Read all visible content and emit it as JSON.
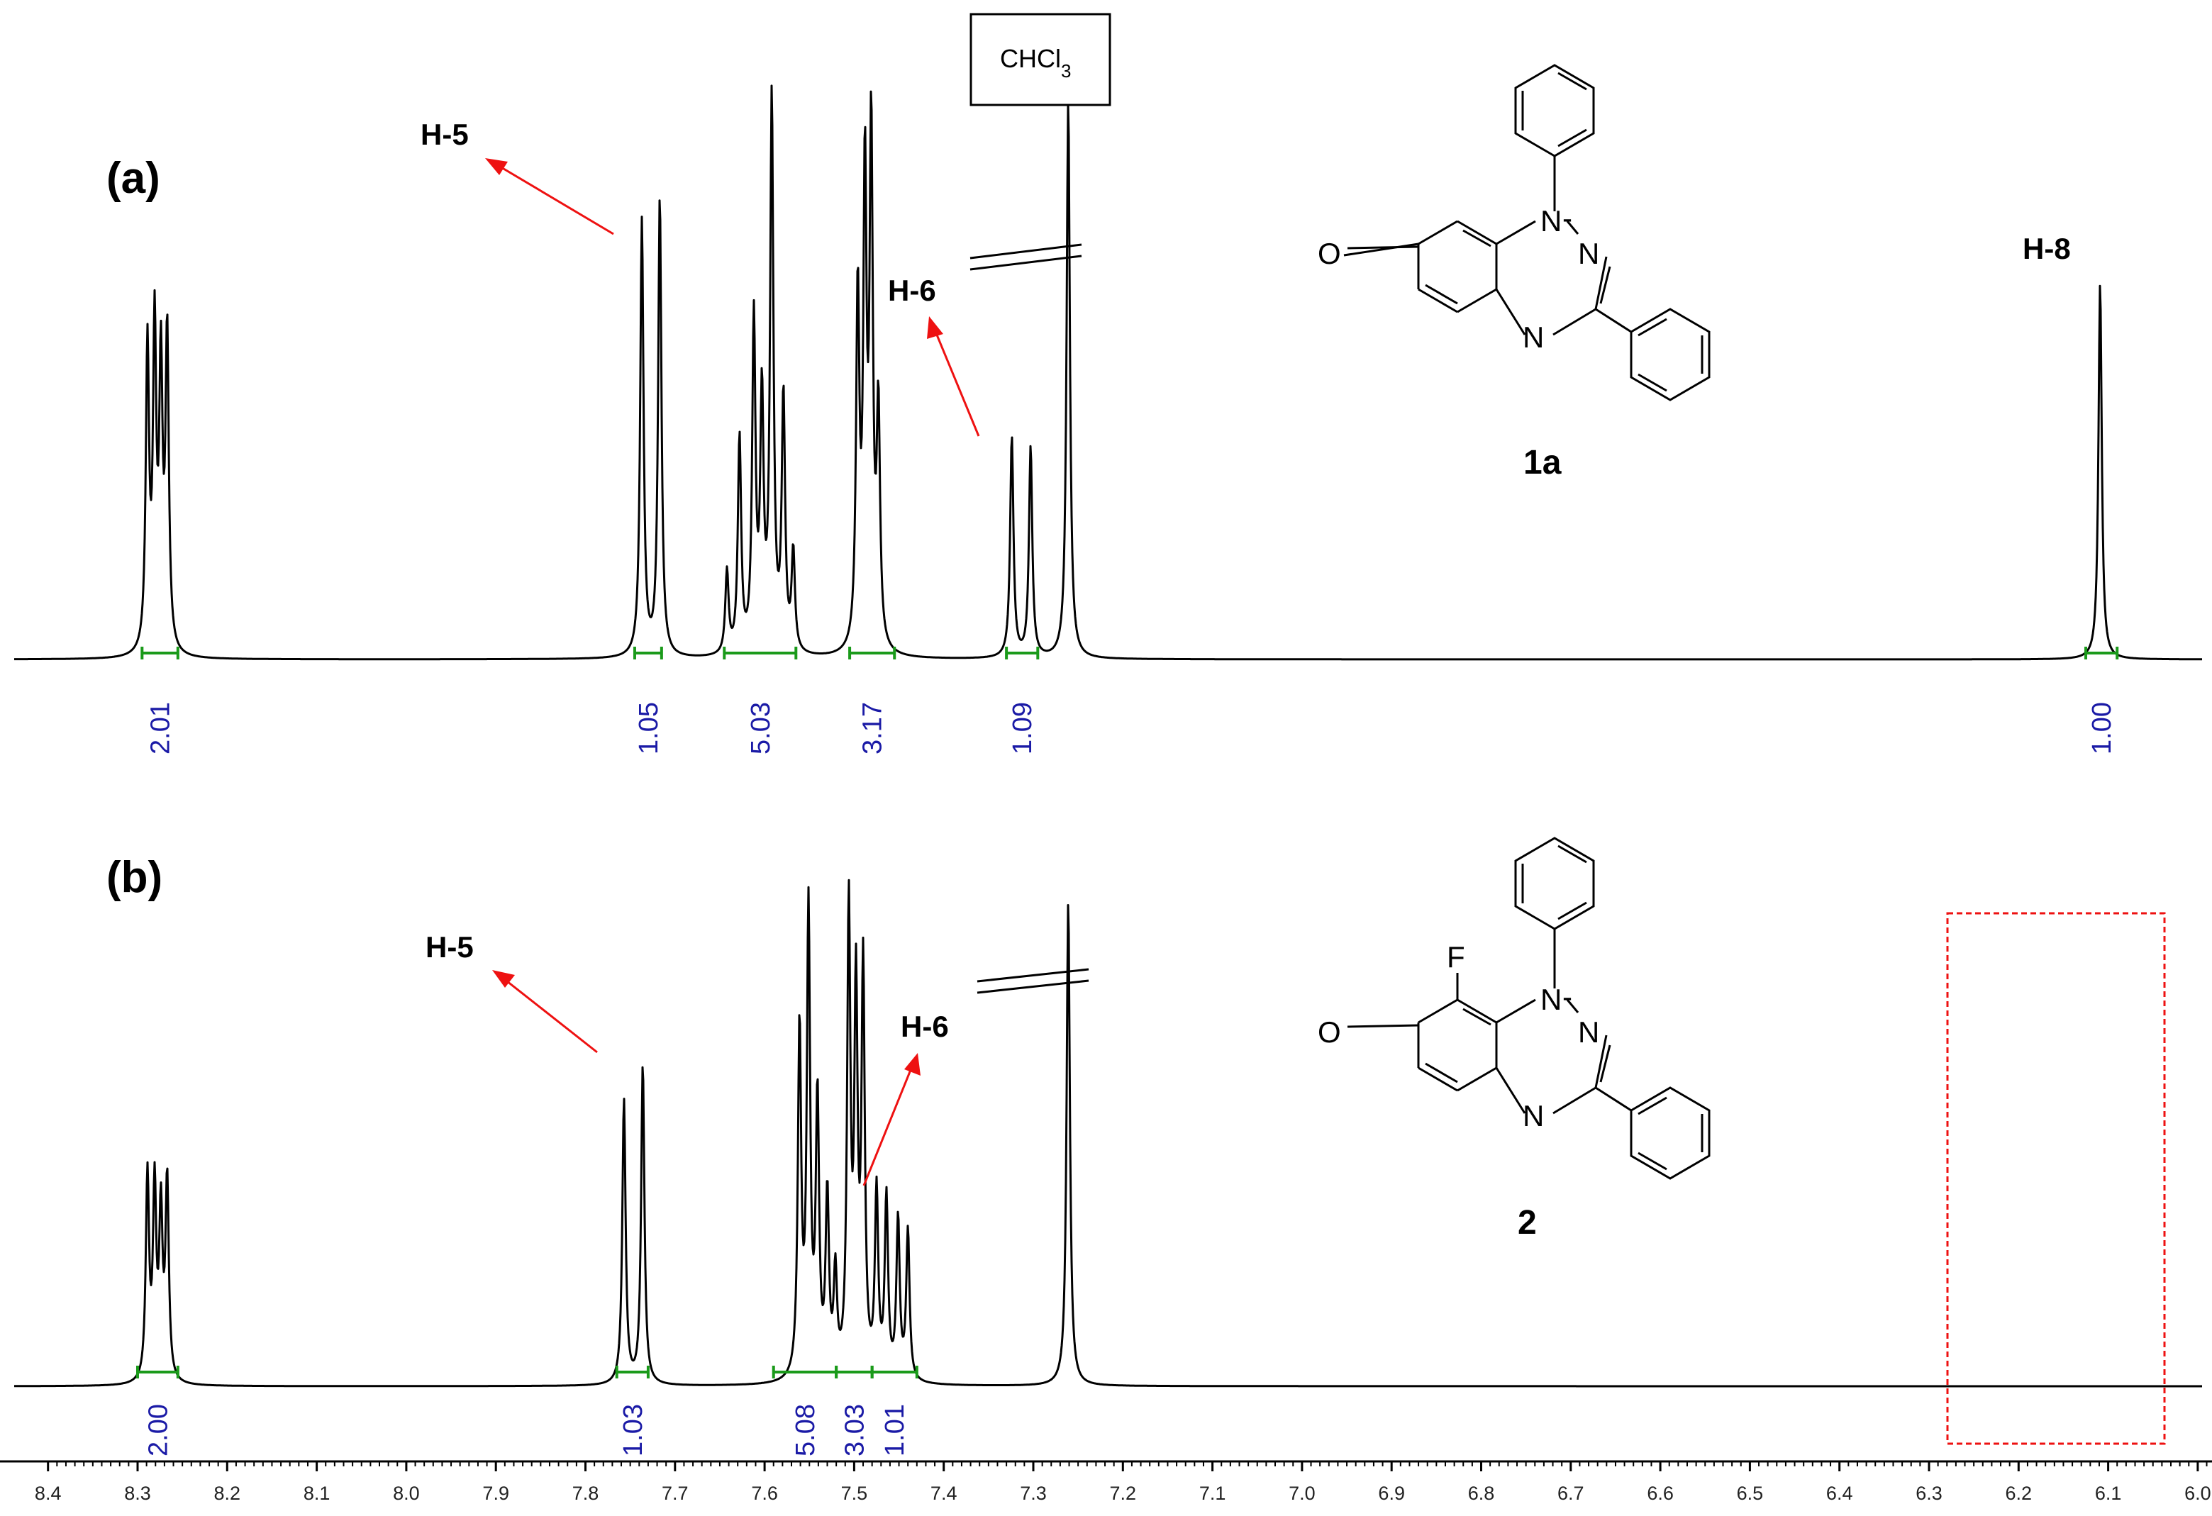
{
  "chart_data": {
    "type": "line",
    "xlabel": "",
    "xlim": [
      8.4,
      5.95
    ],
    "xticks": [
      8.4,
      8.3,
      8.2,
      8.1,
      8.0,
      7.9,
      7.8,
      7.7,
      7.6,
      7.5,
      7.4,
      7.3,
      7.2,
      7.1,
      7.0,
      6.9,
      6.8,
      6.7,
      6.6,
      6.5,
      6.4,
      6.3,
      6.2,
      6.1,
      6.0
    ],
    "xtick_labels": [
      "8.4",
      "8.3",
      "8.2",
      "8.1",
      "8.0",
      "7.9",
      "7.8",
      "7.7",
      "7.6",
      "7.5",
      "7.4",
      "7.3",
      "7.2",
      "7.1",
      "7.0",
      "6.9",
      "6.8",
      "6.7",
      "6.6",
      "6.5",
      "6.4",
      "6.3",
      "6.2",
      "6.1",
      "6.0"
    ],
    "grid": false,
    "panels": [
      {
        "label": "(a)",
        "compound": "1a",
        "peaks": [
          {
            "ppm": 8.289,
            "h": 0.55
          },
          {
            "ppm": 8.281,
            "h": 0.57
          },
          {
            "ppm": 8.274,
            "h": 0.5
          },
          {
            "ppm": 8.267,
            "h": 0.57
          },
          {
            "ppm": 7.737,
            "h": 0.79
          },
          {
            "ppm": 7.717,
            "h": 0.83
          },
          {
            "ppm": 7.642,
            "h": 0.15
          },
          {
            "ppm": 7.628,
            "h": 0.39
          },
          {
            "ppm": 7.612,
            "h": 0.6
          },
          {
            "ppm": 7.603,
            "h": 0.45
          },
          {
            "ppm": 7.592,
            "h": 1.0
          },
          {
            "ppm": 7.579,
            "h": 0.46
          },
          {
            "ppm": 7.568,
            "h": 0.18
          },
          {
            "ppm": 7.496,
            "h": 0.64
          },
          {
            "ppm": 7.488,
            "h": 0.84
          },
          {
            "ppm": 7.481,
            "h": 0.92
          },
          {
            "ppm": 7.473,
            "h": 0.42
          },
          {
            "ppm": 7.324,
            "h": 0.4
          },
          {
            "ppm": 7.303,
            "h": 0.38
          },
          {
            "ppm": 7.261,
            "h": 1.01
          },
          {
            "ppm": 6.109,
            "h": 0.68
          }
        ],
        "integrals": [
          {
            "from": 8.295,
            "to": 8.255,
            "label": "2.01"
          },
          {
            "from": 7.745,
            "to": 7.715,
            "label": "1.05"
          },
          {
            "from": 7.645,
            "to": 7.565,
            "label": "5.03"
          },
          {
            "from": 7.505,
            "to": 7.455,
            "label": "3.17"
          },
          {
            "from": 7.33,
            "to": 7.295,
            "label": "1.09"
          },
          {
            "from": 6.125,
            "to": 6.09,
            "label": "1.00"
          }
        ],
        "annotations": [
          "H-5",
          "H-6",
          "H-8"
        ]
      },
      {
        "label": "(b)",
        "compound": "2",
        "peaks": [
          {
            "ppm": 8.289,
            "h": 0.41
          },
          {
            "ppm": 8.281,
            "h": 0.38
          },
          {
            "ppm": 8.274,
            "h": 0.33
          },
          {
            "ppm": 8.267,
            "h": 0.4
          },
          {
            "ppm": 7.757,
            "h": 0.57
          },
          {
            "ppm": 7.736,
            "h": 0.64
          },
          {
            "ppm": 7.561,
            "h": 0.7
          },
          {
            "ppm": 7.551,
            "h": 0.93
          },
          {
            "ppm": 7.541,
            "h": 0.55
          },
          {
            "ppm": 7.53,
            "h": 0.36
          },
          {
            "ppm": 7.521,
            "h": 0.2
          },
          {
            "ppm": 7.506,
            "h": 0.93
          },
          {
            "ppm": 7.498,
            "h": 0.75
          },
          {
            "ppm": 7.49,
            "h": 0.81
          },
          {
            "ppm": 7.475,
            "h": 0.37
          },
          {
            "ppm": 7.464,
            "h": 0.36
          },
          {
            "ppm": 7.451,
            "h": 0.32
          },
          {
            "ppm": 7.44,
            "h": 0.3
          },
          {
            "ppm": 7.261,
            "h": 0.97
          }
        ],
        "integrals": [
          {
            "from": 8.3,
            "to": 8.255,
            "label": "2.00"
          },
          {
            "from": 7.765,
            "to": 7.73,
            "label": "1.03"
          },
          {
            "from": 7.59,
            "to": 7.52,
            "label": "5.08"
          },
          {
            "from": 7.52,
            "to": 7.48,
            "label": "3.03"
          },
          {
            "from": 7.48,
            "to": 7.43,
            "label": "1.01"
          }
        ],
        "annotations": [
          "H-5",
          "H-6"
        ]
      }
    ],
    "solvent_label": "CHCl",
    "solvent_subscript": "3"
  },
  "structure": {
    "atom_O": "O",
    "atom_N1": "N",
    "atom_N2": "N",
    "atom_N3": "N",
    "atom_F": "F",
    "bond_dash": "-"
  },
  "colors": {
    "spectrum": "#000000",
    "integral_bar": "#1a9a1a",
    "integral_text": "#1a1aa6",
    "arrow": "#ee1111",
    "highlight_box": "#ee1111"
  }
}
